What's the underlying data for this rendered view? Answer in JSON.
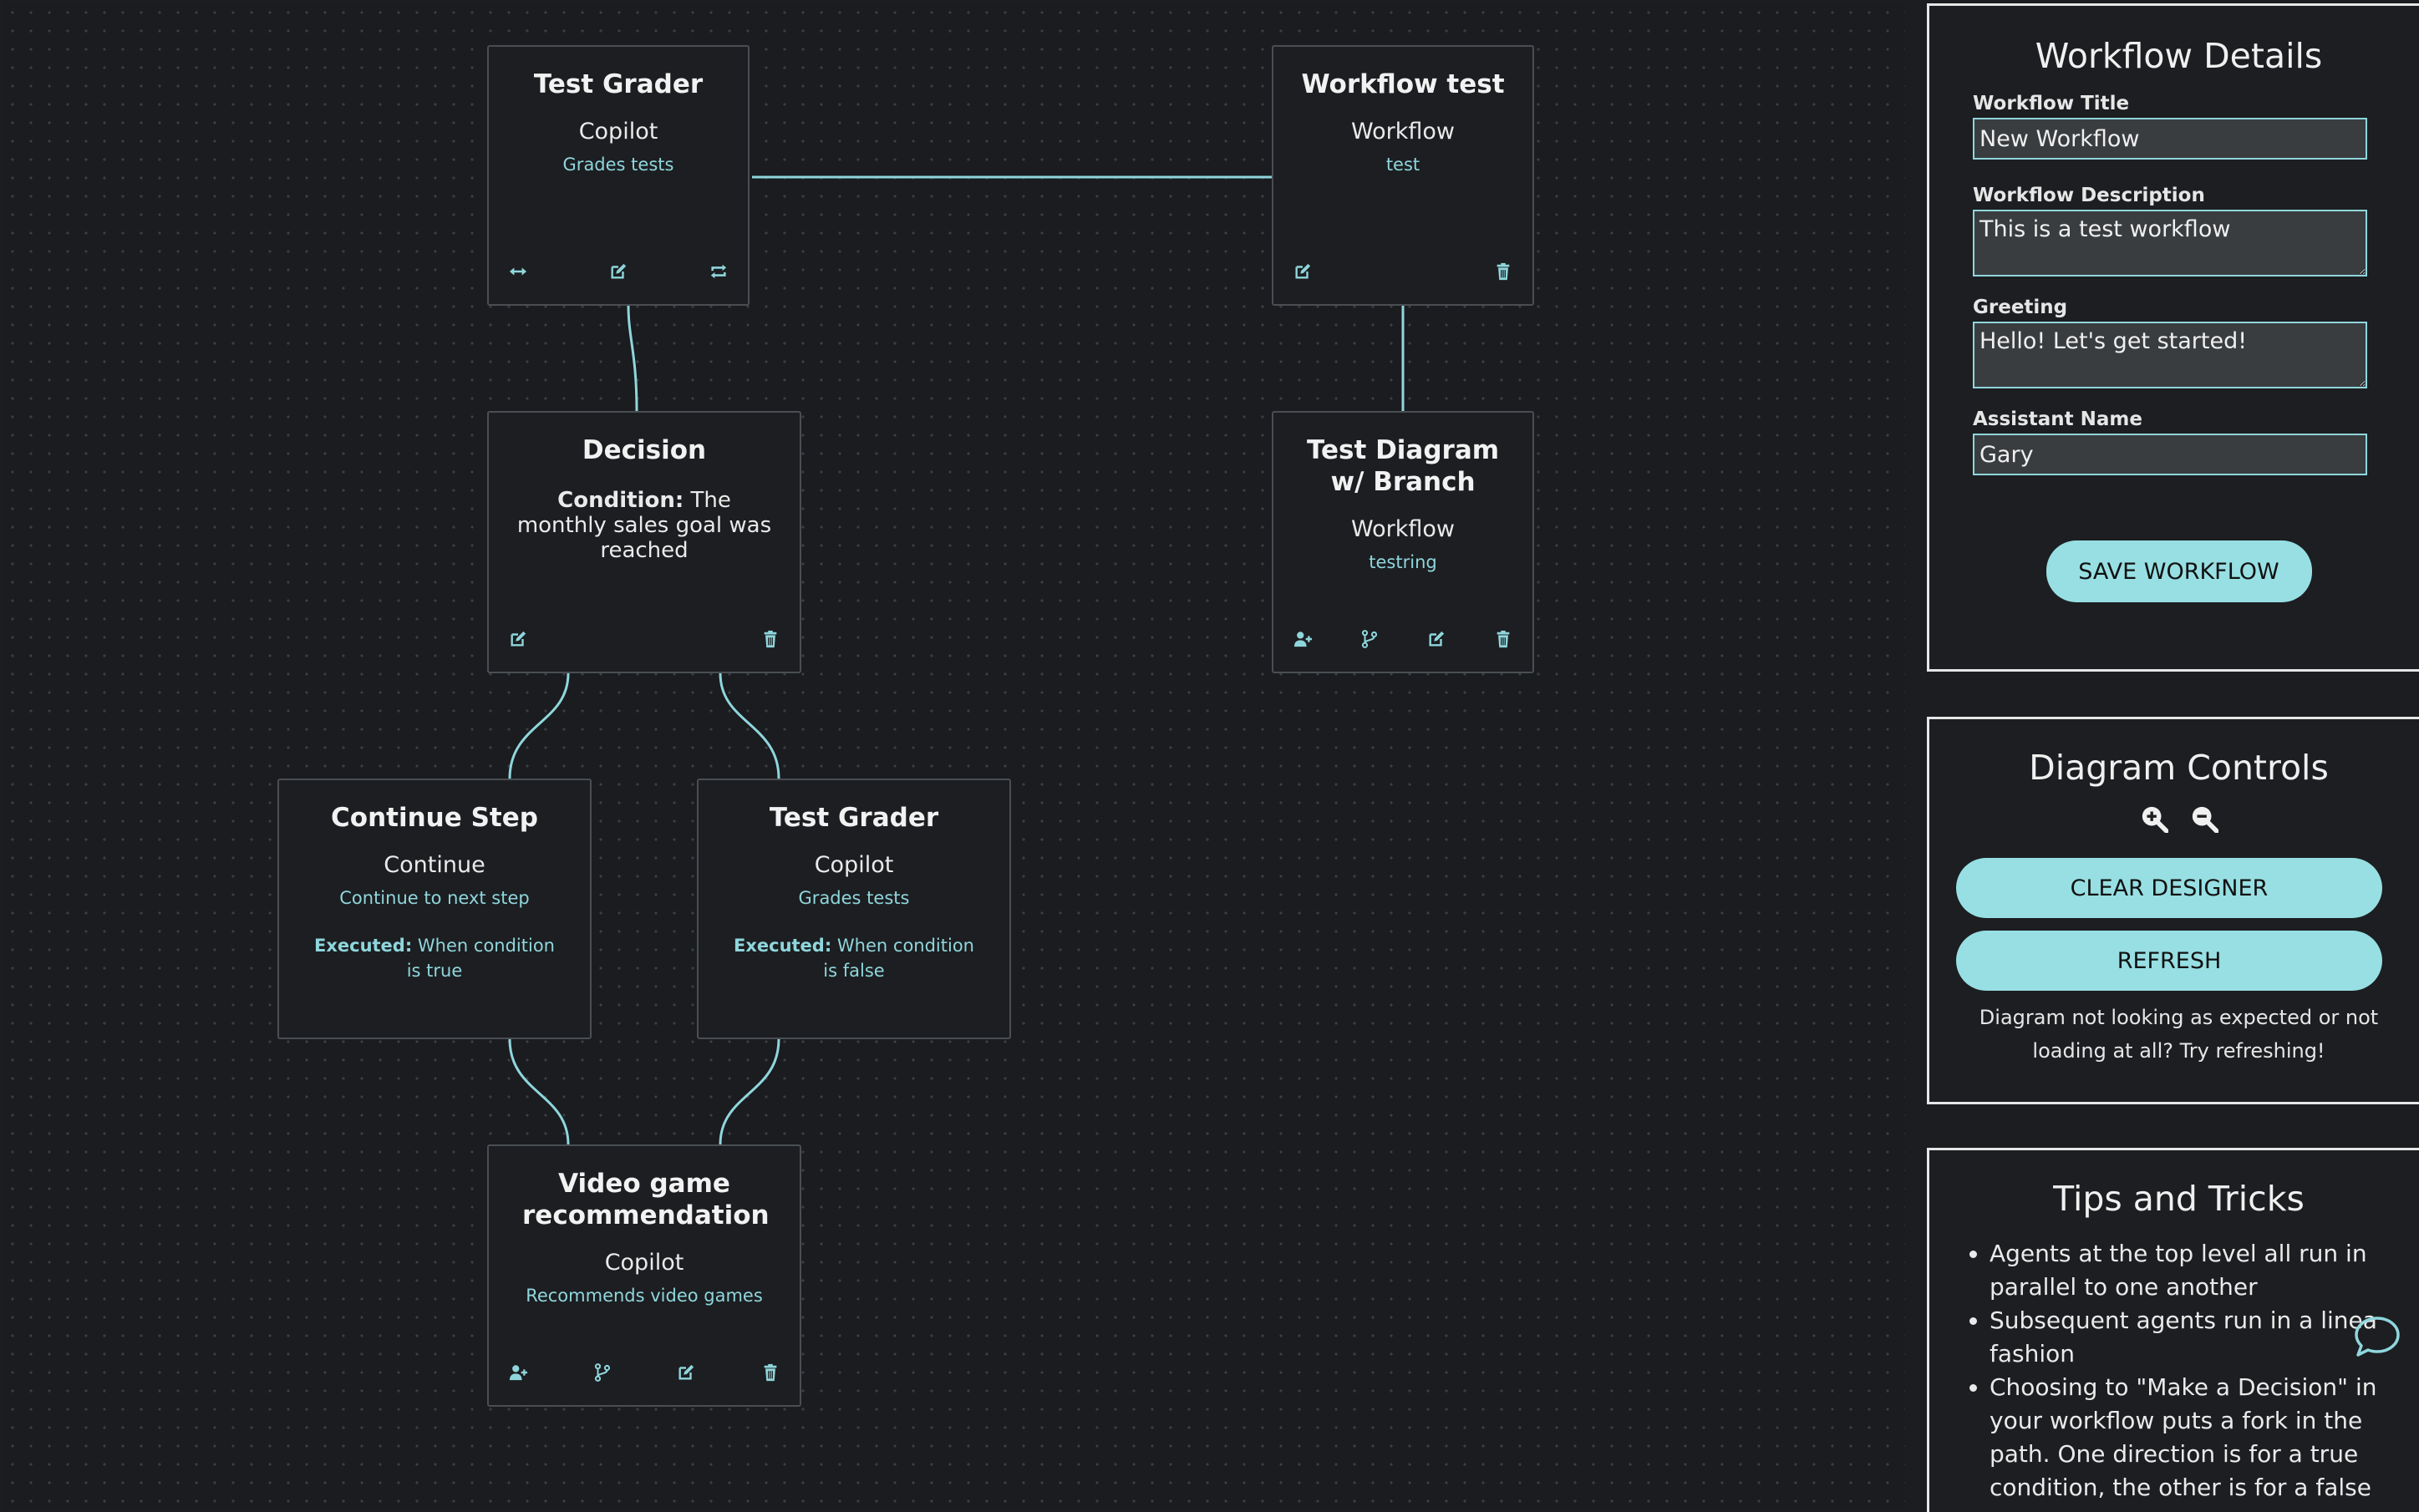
{
  "nodes": {
    "test_grader_top": {
      "title": "Test Grader",
      "type": "Copilot",
      "desc": "Grades tests"
    },
    "workflow_test": {
      "title": "Workflow test",
      "type": "Workflow",
      "desc": "test"
    },
    "decision": {
      "title": "Decision",
      "condition_label": "Condition:",
      "condition_text": "The monthly sales goal was reached"
    },
    "test_diagram_branch": {
      "title": "Test Diagram w/ Branch",
      "type": "Workflow",
      "desc": "testring"
    },
    "continue_step": {
      "title": "Continue Step",
      "type": "Continue",
      "desc": "Continue to next step",
      "executed_label": "Executed:",
      "executed_text": "When condition is true"
    },
    "test_grader_branch": {
      "title": "Test Grader",
      "type": "Copilot",
      "desc": "Grades tests",
      "executed_label": "Executed:",
      "executed_text": "When condition is false"
    },
    "video_game": {
      "title": "Video game recommendation",
      "type": "Copilot",
      "desc": "Recommends video games"
    }
  },
  "details": {
    "title": "Workflow Details",
    "workflow_title_label": "Workflow Title",
    "workflow_title_value": "New Workflow",
    "workflow_description_label": "Workflow Description",
    "workflow_description_value": "This is a test workflow",
    "greeting_label": "Greeting",
    "greeting_value": "Hello! Let's get started!",
    "assistant_name_label": "Assistant Name",
    "assistant_name_value": "Gary",
    "save_button": "SAVE WORKFLOW"
  },
  "controls": {
    "title": "Diagram Controls",
    "clear_button": "CLEAR DESIGNER",
    "refresh_button": "REFRESH",
    "hint": "Diagram not looking as expected or not loading at all? Try refreshing!"
  },
  "tips": {
    "title": "Tips and Tricks",
    "items": [
      "Agents at the top level all run in parallel to one another",
      "Subsequent agents run in a linea fashion",
      "Choosing to \"Make a Decision\" in your workflow puts a fork in the path. One direction is for a true condition, the other is for a false"
    ]
  },
  "icons": {
    "zoom_in": "zoom-in-icon",
    "zoom_out": "zoom-out-icon",
    "chat": "chat-bubble-icon"
  },
  "colors": {
    "accent": "#8fd6dc",
    "button": "#97dfe3",
    "background": "#1b1d20",
    "node_border": "#4a4e53"
  }
}
